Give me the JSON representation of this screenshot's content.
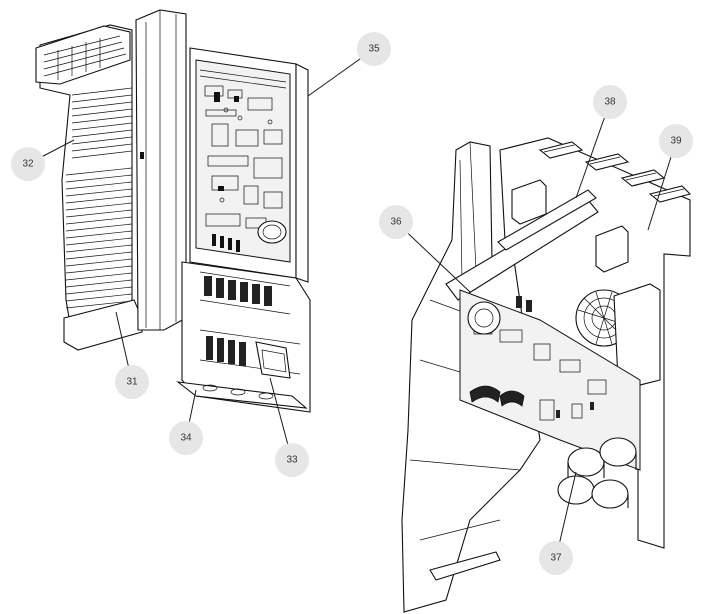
{
  "callouts": [
    {
      "id": "c31",
      "label": "31"
    },
    {
      "id": "c32",
      "label": "32"
    },
    {
      "id": "c33",
      "label": "33"
    },
    {
      "id": "c34",
      "label": "34"
    },
    {
      "id": "c35",
      "label": "35"
    },
    {
      "id": "c36",
      "label": "36"
    },
    {
      "id": "c37",
      "label": "37"
    },
    {
      "id": "c38",
      "label": "38"
    },
    {
      "id": "c39",
      "label": "39"
    }
  ],
  "colors": {
    "callout_fill": "#e6e6e6",
    "line": "#111111",
    "background": "#ffffff"
  }
}
